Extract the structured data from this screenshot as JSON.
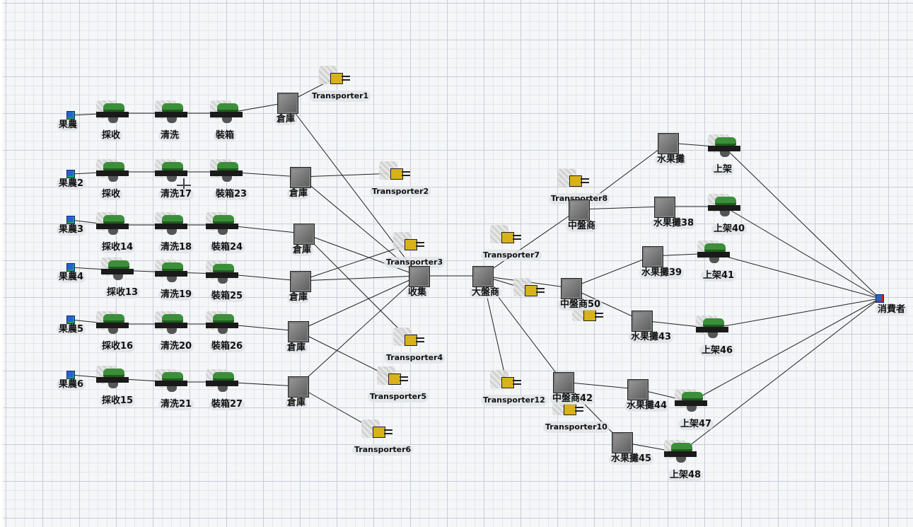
{
  "nodes": [
    {
      "id": "source-1",
      "type": "source",
      "label": "果農"
    },
    {
      "id": "source-2",
      "type": "source",
      "label": "果農2"
    },
    {
      "id": "source-3",
      "type": "source",
      "label": "果農3"
    },
    {
      "id": "source-4",
      "type": "source",
      "label": "果農4"
    },
    {
      "id": "source-5",
      "type": "source",
      "label": "果農5"
    },
    {
      "id": "source-6",
      "type": "source",
      "label": "果農6"
    },
    {
      "id": "harvest-1",
      "type": "processor",
      "label": "採收"
    },
    {
      "id": "wash-1",
      "type": "processor",
      "label": "清洗"
    },
    {
      "id": "pack-1",
      "type": "processor",
      "label": "裝箱"
    },
    {
      "id": "harvest-2",
      "type": "processor",
      "label": "採收"
    },
    {
      "id": "wash-2",
      "type": "processor",
      "label": "清洗17"
    },
    {
      "id": "pack-2",
      "type": "processor",
      "label": "裝箱23"
    },
    {
      "id": "harvest-3",
      "type": "processor",
      "label": "採收14"
    },
    {
      "id": "wash-3",
      "type": "processor",
      "label": "清洗18"
    },
    {
      "id": "pack-3",
      "type": "processor",
      "label": "裝箱24"
    },
    {
      "id": "harvest-4",
      "type": "processor",
      "label": "採收13"
    },
    {
      "id": "wash-4",
      "type": "processor",
      "label": "清洗19"
    },
    {
      "id": "pack-4",
      "type": "processor",
      "label": "裝箱25"
    },
    {
      "id": "harvest-5",
      "type": "processor",
      "label": "採收16"
    },
    {
      "id": "wash-5",
      "type": "processor",
      "label": "清洗20"
    },
    {
      "id": "pack-5",
      "type": "processor",
      "label": "裝箱26"
    },
    {
      "id": "harvest-6",
      "type": "processor",
      "label": "採收15"
    },
    {
      "id": "wash-6",
      "type": "processor",
      "label": "清洗21"
    },
    {
      "id": "pack-6",
      "type": "processor",
      "label": "裝箱27"
    },
    {
      "id": "warehouse-1",
      "type": "queue",
      "label": "倉庫"
    },
    {
      "id": "warehouse-2",
      "type": "queue",
      "label": "倉庫"
    },
    {
      "id": "warehouse-3",
      "type": "queue",
      "label": "倉庫"
    },
    {
      "id": "warehouse-4",
      "type": "queue",
      "label": "倉庫"
    },
    {
      "id": "warehouse-5",
      "type": "queue",
      "label": "倉庫"
    },
    {
      "id": "warehouse-6",
      "type": "queue",
      "label": "倉庫"
    },
    {
      "id": "transporter-1",
      "type": "transporter",
      "label": "Transporter1"
    },
    {
      "id": "transporter-2",
      "type": "transporter",
      "label": "Transporter2"
    },
    {
      "id": "transporter-3",
      "type": "transporter",
      "label": "Transporter3"
    },
    {
      "id": "transporter-4",
      "type": "transporter",
      "label": "Transporter4"
    },
    {
      "id": "transporter-5",
      "type": "transporter",
      "label": "Transporter5"
    },
    {
      "id": "transporter-6",
      "type": "transporter",
      "label": "Transporter6"
    },
    {
      "id": "transporter-7",
      "type": "transporter",
      "label": "Transporter7"
    },
    {
      "id": "transporter-8",
      "type": "transporter",
      "label": "Transporter8"
    },
    {
      "id": "transporter-10",
      "type": "transporter",
      "label": "Transporter10"
    },
    {
      "id": "transporter-12",
      "type": "transporter",
      "label": "Transporter12"
    },
    {
      "id": "transporter-unlabeled",
      "type": "transporter",
      "label": ""
    },
    {
      "id": "transporter-unlabeled-2",
      "type": "transporter",
      "label": ""
    },
    {
      "id": "collect",
      "type": "queue",
      "label": "收集"
    },
    {
      "id": "wholesaler",
      "type": "queue",
      "label": "大盤商"
    },
    {
      "id": "middleman-1",
      "type": "queue",
      "label": "中盤商"
    },
    {
      "id": "middleman-50",
      "type": "queue",
      "label": "中盤商50"
    },
    {
      "id": "middleman-42",
      "type": "queue",
      "label": "中盤商42"
    },
    {
      "id": "stall-1",
      "type": "queue",
      "label": "水果攤"
    },
    {
      "id": "stall-38",
      "type": "queue",
      "label": "水果攤38"
    },
    {
      "id": "stall-39",
      "type": "queue",
      "label": "水果攤39"
    },
    {
      "id": "stall-43",
      "type": "queue",
      "label": "水果攤43"
    },
    {
      "id": "stall-44",
      "type": "queue",
      "label": "水果攤44"
    },
    {
      "id": "stall-45",
      "type": "queue",
      "label": "水果攤45"
    },
    {
      "id": "shelf-1",
      "type": "processor",
      "label": "上架"
    },
    {
      "id": "shelf-40",
      "type": "processor",
      "label": "上架40"
    },
    {
      "id": "shelf-41",
      "type": "processor",
      "label": "上架41"
    },
    {
      "id": "shelf-46",
      "type": "processor",
      "label": "上架46"
    },
    {
      "id": "shelf-47",
      "type": "processor",
      "label": "上架47"
    },
    {
      "id": "shelf-48",
      "type": "processor",
      "label": "上架48"
    },
    {
      "id": "consumer",
      "type": "sink",
      "label": "消費者"
    }
  ],
  "connections": [
    [
      "source-1",
      "harvest-1"
    ],
    [
      "harvest-1",
      "wash-1"
    ],
    [
      "wash-1",
      "pack-1"
    ],
    [
      "pack-1",
      "warehouse-1"
    ],
    [
      "source-2",
      "harvest-2"
    ],
    [
      "harvest-2",
      "wash-2"
    ],
    [
      "wash-2",
      "pack-2"
    ],
    [
      "pack-2",
      "warehouse-2"
    ],
    [
      "source-3",
      "harvest-3"
    ],
    [
      "harvest-3",
      "wash-3"
    ],
    [
      "wash-3",
      "pack-3"
    ],
    [
      "pack-3",
      "warehouse-3"
    ],
    [
      "source-4",
      "harvest-4"
    ],
    [
      "harvest-4",
      "wash-4"
    ],
    [
      "wash-4",
      "pack-4"
    ],
    [
      "pack-4",
      "warehouse-4"
    ],
    [
      "source-5",
      "harvest-5"
    ],
    [
      "harvest-5",
      "wash-5"
    ],
    [
      "wash-5",
      "pack-5"
    ],
    [
      "pack-5",
      "warehouse-5"
    ],
    [
      "source-6",
      "harvest-6"
    ],
    [
      "harvest-6",
      "wash-6"
    ],
    [
      "wash-6",
      "pack-6"
    ],
    [
      "pack-6",
      "warehouse-6"
    ],
    [
      "warehouse-1",
      "transporter-1"
    ],
    [
      "warehouse-1",
      "collect"
    ],
    [
      "warehouse-2",
      "transporter-2"
    ],
    [
      "warehouse-2",
      "collect"
    ],
    [
      "warehouse-3",
      "transporter-4"
    ],
    [
      "warehouse-3",
      "collect"
    ],
    [
      "warehouse-4",
      "transporter-3"
    ],
    [
      "warehouse-4",
      "collect"
    ],
    [
      "warehouse-5",
      "transporter-5"
    ],
    [
      "warehouse-5",
      "collect"
    ],
    [
      "warehouse-6",
      "transporter-6"
    ],
    [
      "warehouse-6",
      "collect"
    ],
    [
      "collect",
      "wholesaler"
    ],
    [
      "wholesaler",
      "middleman-1"
    ],
    [
      "wholesaler",
      "middleman-50"
    ],
    [
      "wholesaler",
      "middleman-42"
    ],
    [
      "wholesaler",
      "transporter-12"
    ],
    [
      "wholesaler",
      "transporter-unlabeled"
    ],
    [
      "middleman-1",
      "stall-1"
    ],
    [
      "middleman-1",
      "stall-38"
    ],
    [
      "middleman-50",
      "stall-39"
    ],
    [
      "middleman-50",
      "stall-43"
    ],
    [
      "middleman-42",
      "stall-44"
    ],
    [
      "middleman-42",
      "stall-45"
    ],
    [
      "stall-1",
      "shelf-1"
    ],
    [
      "stall-38",
      "shelf-40"
    ],
    [
      "stall-39",
      "shelf-41"
    ],
    [
      "stall-43",
      "shelf-46"
    ],
    [
      "stall-44",
      "shelf-47"
    ],
    [
      "stall-45",
      "shelf-48"
    ],
    [
      "shelf-1",
      "consumer"
    ],
    [
      "shelf-40",
      "consumer"
    ],
    [
      "shelf-41",
      "consumer"
    ],
    [
      "shelf-46",
      "consumer"
    ],
    [
      "shelf-47",
      "consumer"
    ],
    [
      "shelf-48",
      "consumer"
    ]
  ]
}
